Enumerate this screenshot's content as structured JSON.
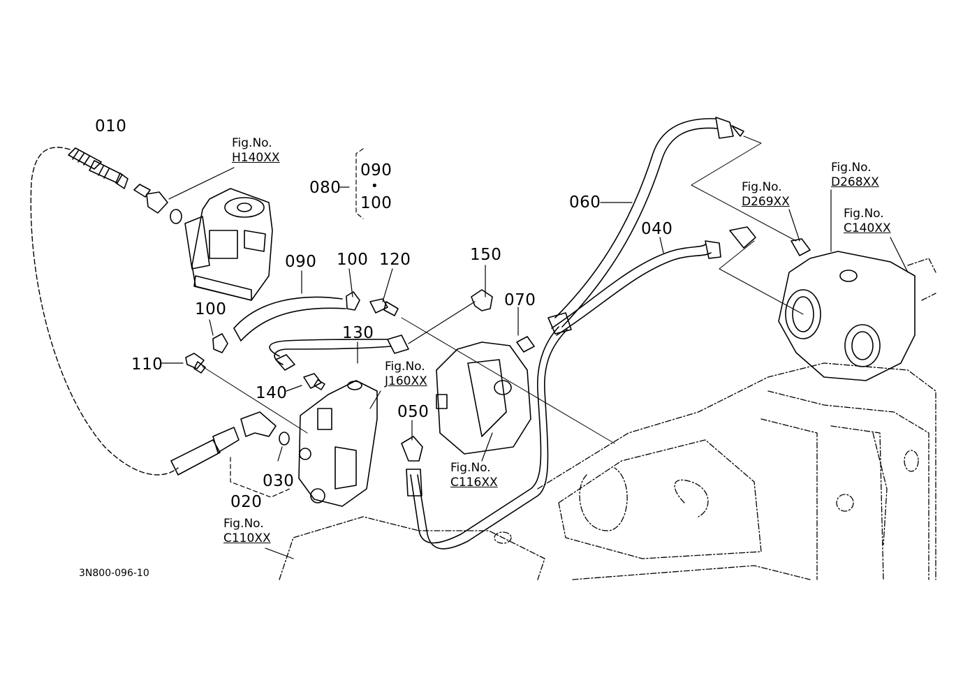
{
  "part_labels": {
    "p010": "010",
    "p020": "020",
    "p030": "030",
    "p040": "040",
    "p050": "050",
    "p060": "060",
    "p070": "070",
    "p080": "080",
    "p090_group": "090",
    "p100_group": "100",
    "p090": "090",
    "p100a": "100",
    "p100b": "100",
    "p110": "110",
    "p120": "120",
    "p130": "130",
    "p140": "140",
    "p150": "150"
  },
  "group_separator": "•",
  "figure_refs": {
    "h140": {
      "header": "Fig.No.",
      "code": "H140XX"
    },
    "j160": {
      "header": "Fig.No.",
      "code": "J160XX"
    },
    "c116": {
      "header": "Fig.No.",
      "code": "C116XX"
    },
    "c110": {
      "header": "Fig.No.",
      "code": "C110XX"
    },
    "d269": {
      "header": "Fig.No.",
      "code": "D269XX"
    },
    "d268": {
      "header": "Fig.No.",
      "code": "D268XX"
    },
    "c140": {
      "header": "Fig.No.",
      "code": "C140XX"
    }
  },
  "document_id": "3N800-096-10"
}
